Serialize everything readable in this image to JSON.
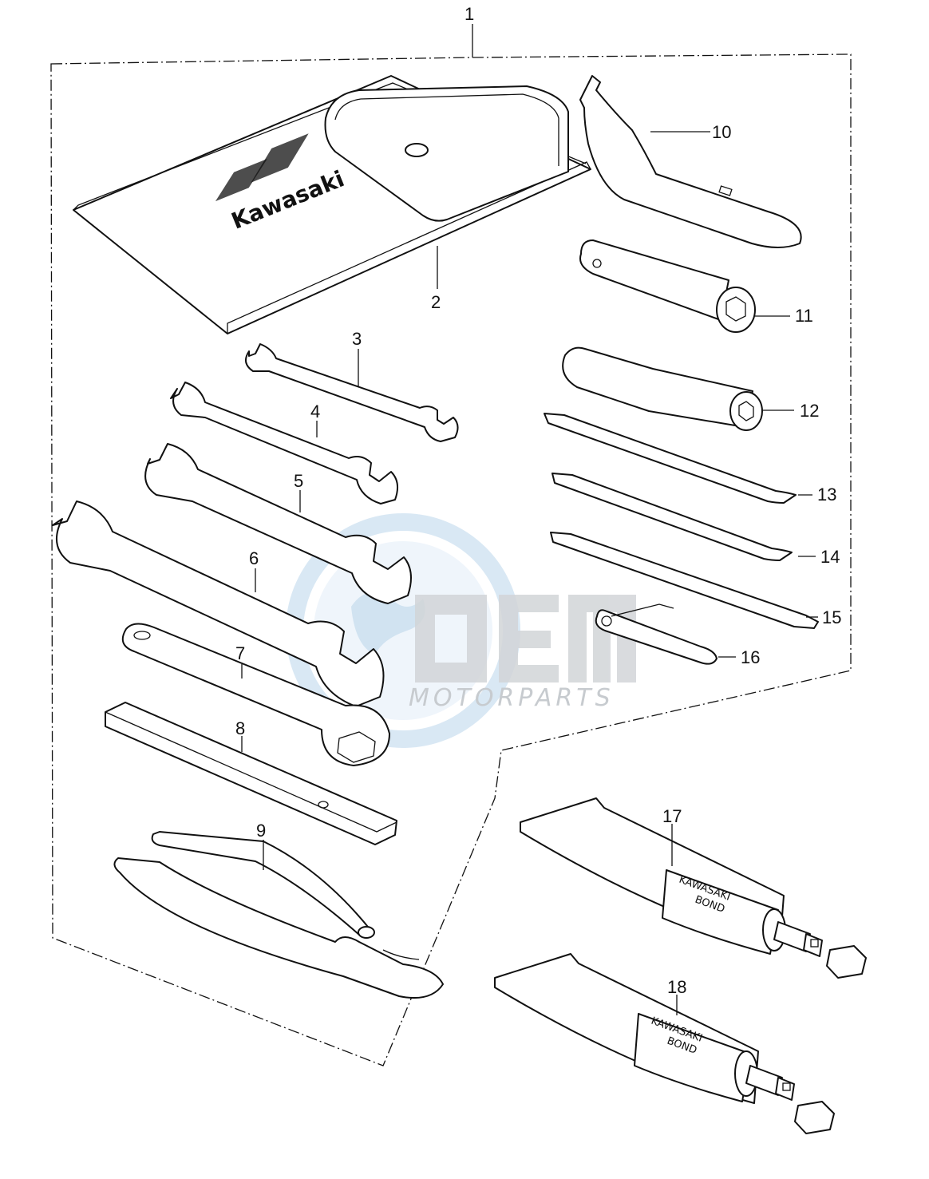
{
  "callouts": {
    "c1": "1",
    "c2": "2",
    "c3": "3",
    "c4": "4",
    "c5": "5",
    "c6": "6",
    "c7": "7",
    "c8": "8",
    "c9": "9",
    "c10": "10",
    "c11": "11",
    "c12": "12",
    "c13": "13",
    "c14": "14",
    "c15": "15",
    "c16": "16",
    "c17": "17",
    "c18": "18"
  },
  "pouch_logo": {
    "text": "Kawasaki"
  },
  "tube_labels": {
    "t17_line1": "KAWASAKI",
    "t17_line2": "BOND",
    "t18_line1": "KAWASAKI",
    "t18_line2": "BOND"
  },
  "watermark": {
    "logo": "OEM",
    "subtitle": "MOTORPARTS",
    "globe_color": "#bcd6ea",
    "letter_color": "#d2d5d8"
  }
}
